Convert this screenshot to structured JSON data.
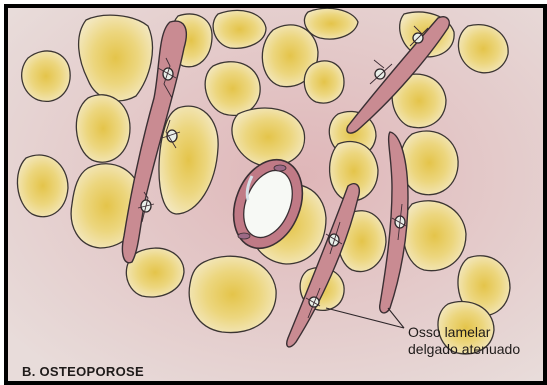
{
  "figure": {
    "panel_title": "B. OSTEOPOROSE",
    "bone_label_line1": "Osso lamelar",
    "bone_label_line2": "delgado atenuado"
  },
  "colors": {
    "paper": "#e6d6d4",
    "fat_fill": "#f1e4b5",
    "fat_core": "#e6c94f",
    "trabecula_fill": "#c98b92",
    "trabecula_edge": "#3a2f33",
    "vessel_wall": "#c07a86",
    "vessel_lumen": "#f7f9f5",
    "frame": "#000000"
  }
}
